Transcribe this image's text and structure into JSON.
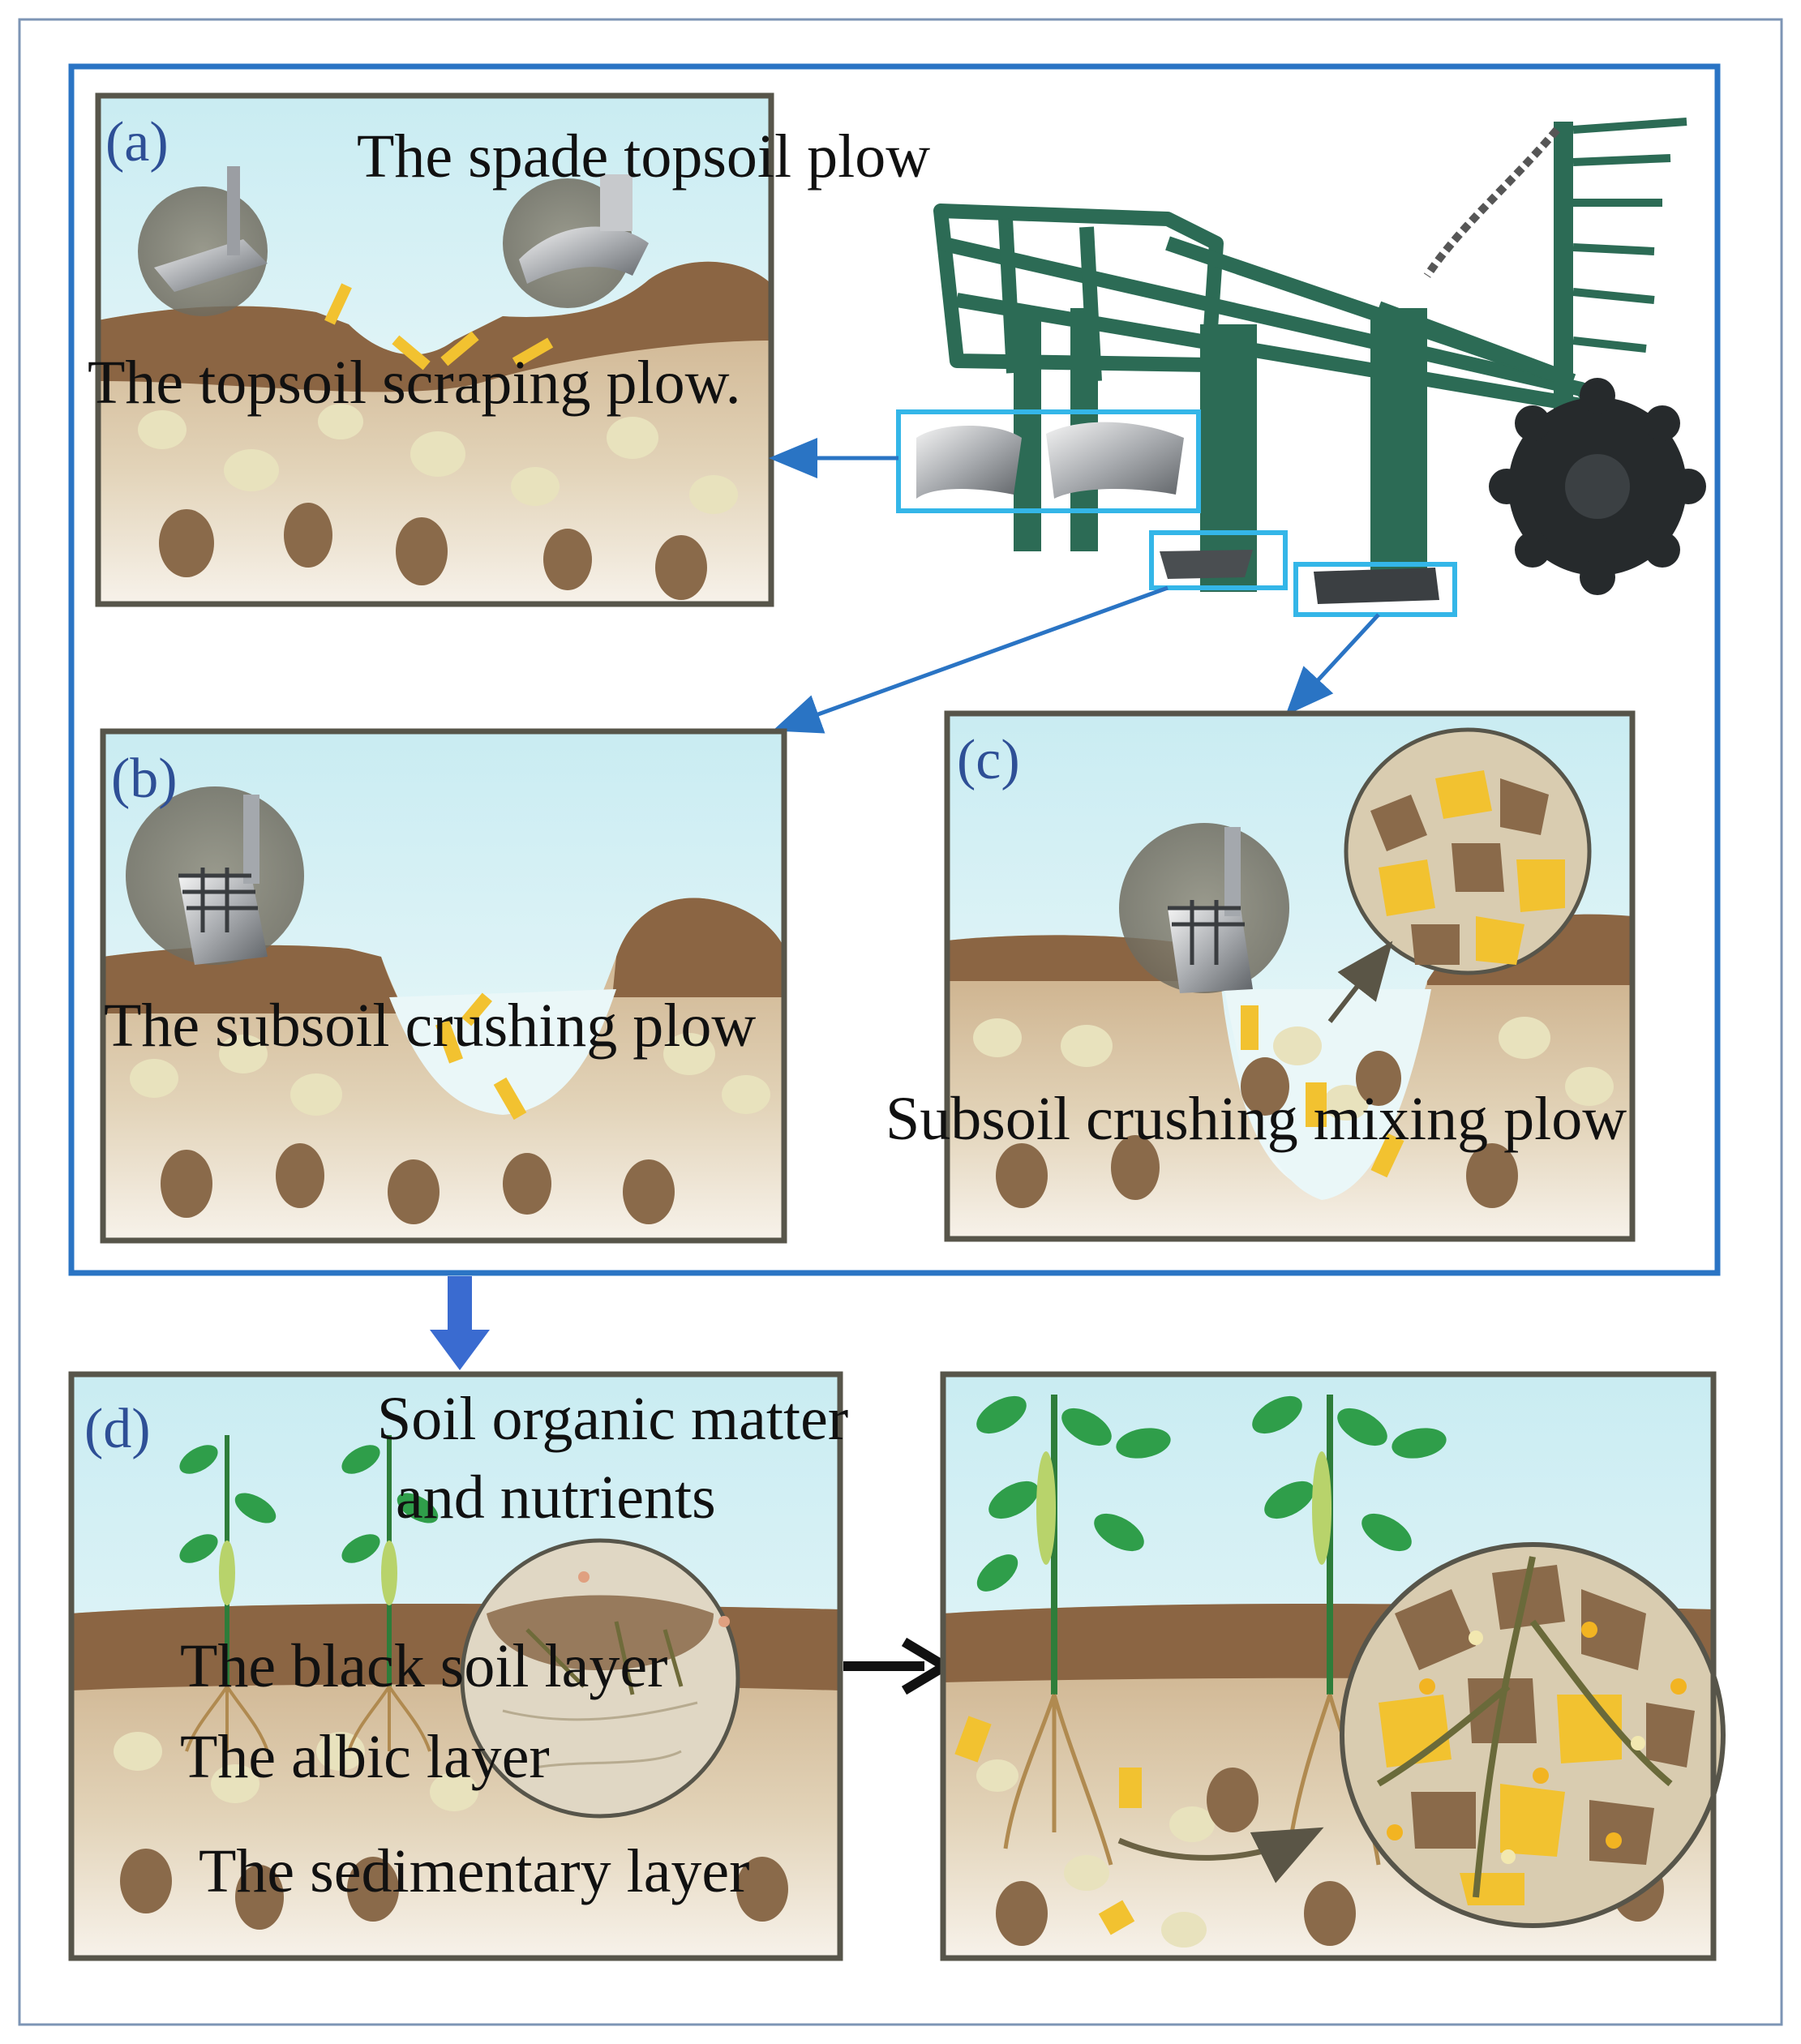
{
  "panels": {
    "a": {
      "letter": "(a)",
      "label_spade": "The spade topsoil plow",
      "label_scraping": "The topsoil scraping plow."
    },
    "b": {
      "letter": "(b)",
      "label": "The subsoil crushing plow"
    },
    "c": {
      "letter": "(c)",
      "label": "Subsoil crushing mixing plow"
    },
    "d": {
      "letter": "(d)",
      "label_organic_line1": "Soil organic matter",
      "label_organic_line2": "and nutrients",
      "label_black": "The black soil layer",
      "label_albic": "The albic layer",
      "label_sedimentary": "The sedimentary layer"
    }
  },
  "colors": {
    "frame_blue": "#2a74c4",
    "highlight_cyan": "#34b6e8",
    "panel_border": "#57554a",
    "letter_blue": "#2e4f96",
    "machine_green": "#2c6b55",
    "topsoil_brown": "#8b6543",
    "subsoil_tan": "#d8c3a0",
    "stone_brown": "#8a6a4a",
    "stone_light": "#e8e2bd",
    "yellow_fragment": "#f2c230",
    "sky": "#d2eef2",
    "leaf_green": "#2f9e4a"
  }
}
